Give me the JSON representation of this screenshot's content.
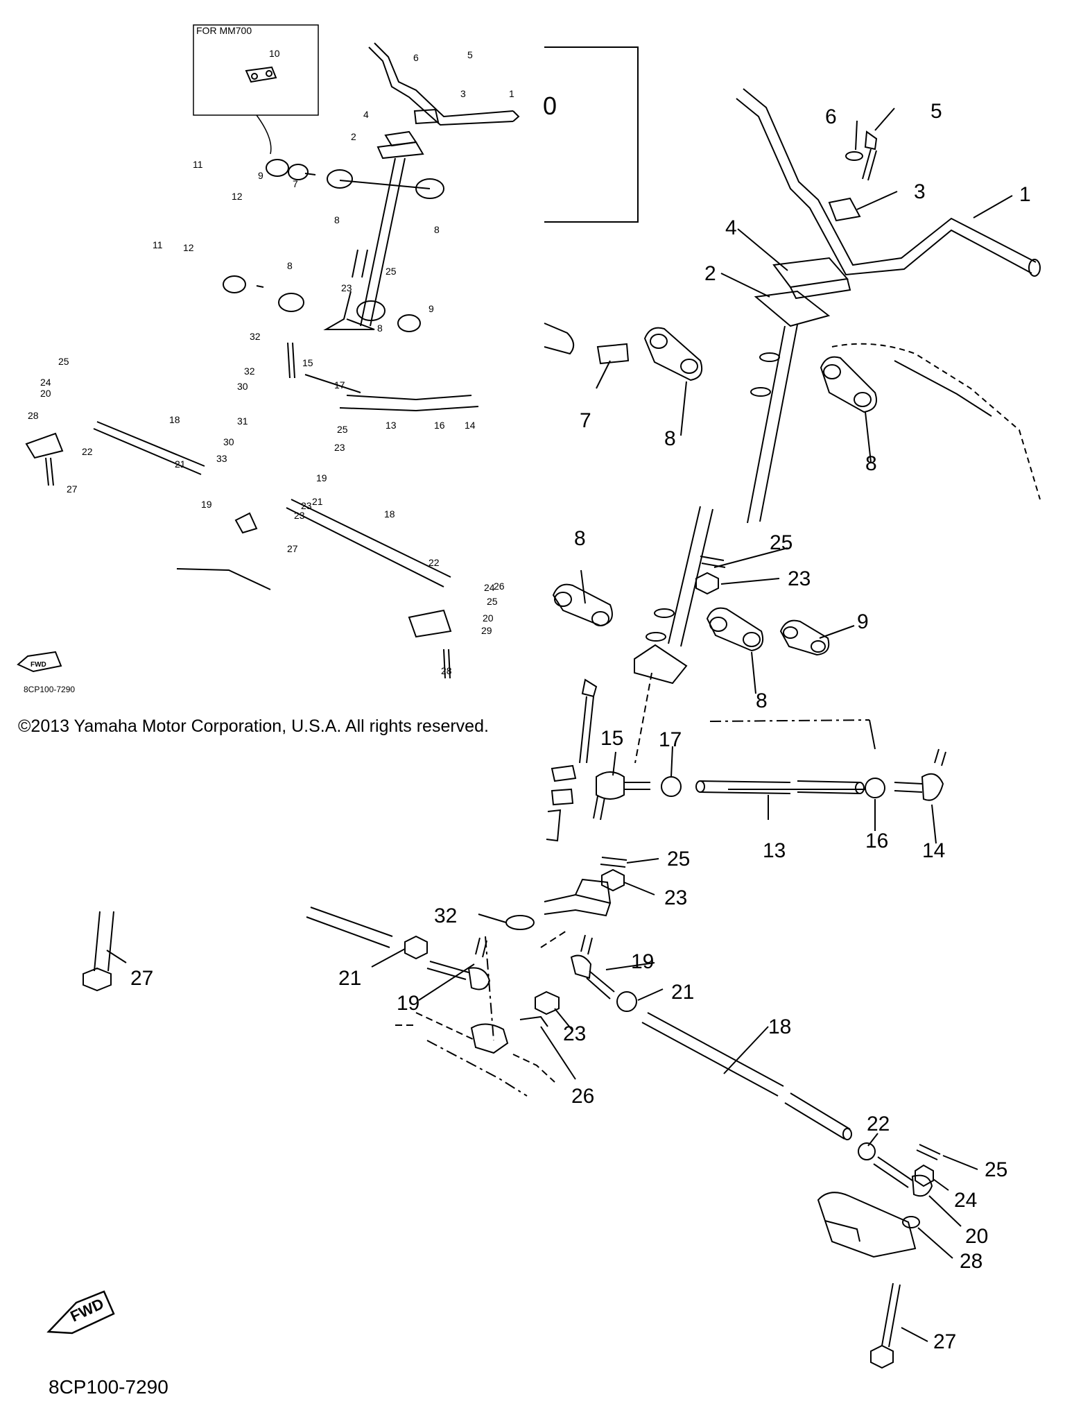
{
  "diagram": {
    "inset_label": "FOR MM700",
    "copyright": "©2013 Yamaha Motor Corporation, U.S.A. All rights reserved.",
    "part_code": "8CP100-7290",
    "fwd_label": "FWD",
    "fragment_text": "0",
    "colors": {
      "line": "#000000",
      "background": "#ffffff"
    },
    "small_callouts": [
      "1",
      "2",
      "3",
      "4",
      "5",
      "6",
      "7",
      "8",
      "8",
      "8",
      "8",
      "9",
      "9",
      "10",
      "11",
      "11",
      "12",
      "12",
      "13",
      "14",
      "15",
      "16",
      "17",
      "18",
      "18",
      "19",
      "19",
      "20",
      "20",
      "21",
      "21",
      "22",
      "22",
      "23",
      "23",
      "23",
      "23",
      "24",
      "24",
      "25",
      "25",
      "25",
      "25",
      "26",
      "27",
      "27",
      "28",
      "28",
      "29",
      "30",
      "30",
      "31",
      "32",
      "32",
      "33"
    ],
    "large_callouts": [
      "1",
      "2",
      "3",
      "4",
      "5",
      "6",
      "7",
      "8",
      "8",
      "8",
      "8",
      "9",
      "13",
      "14",
      "15",
      "16",
      "17",
      "18",
      "19",
      "19",
      "20",
      "21",
      "21",
      "22",
      "23",
      "23",
      "23",
      "24",
      "25",
      "25",
      "25",
      "26",
      "27",
      "27",
      "28",
      "32"
    ]
  }
}
